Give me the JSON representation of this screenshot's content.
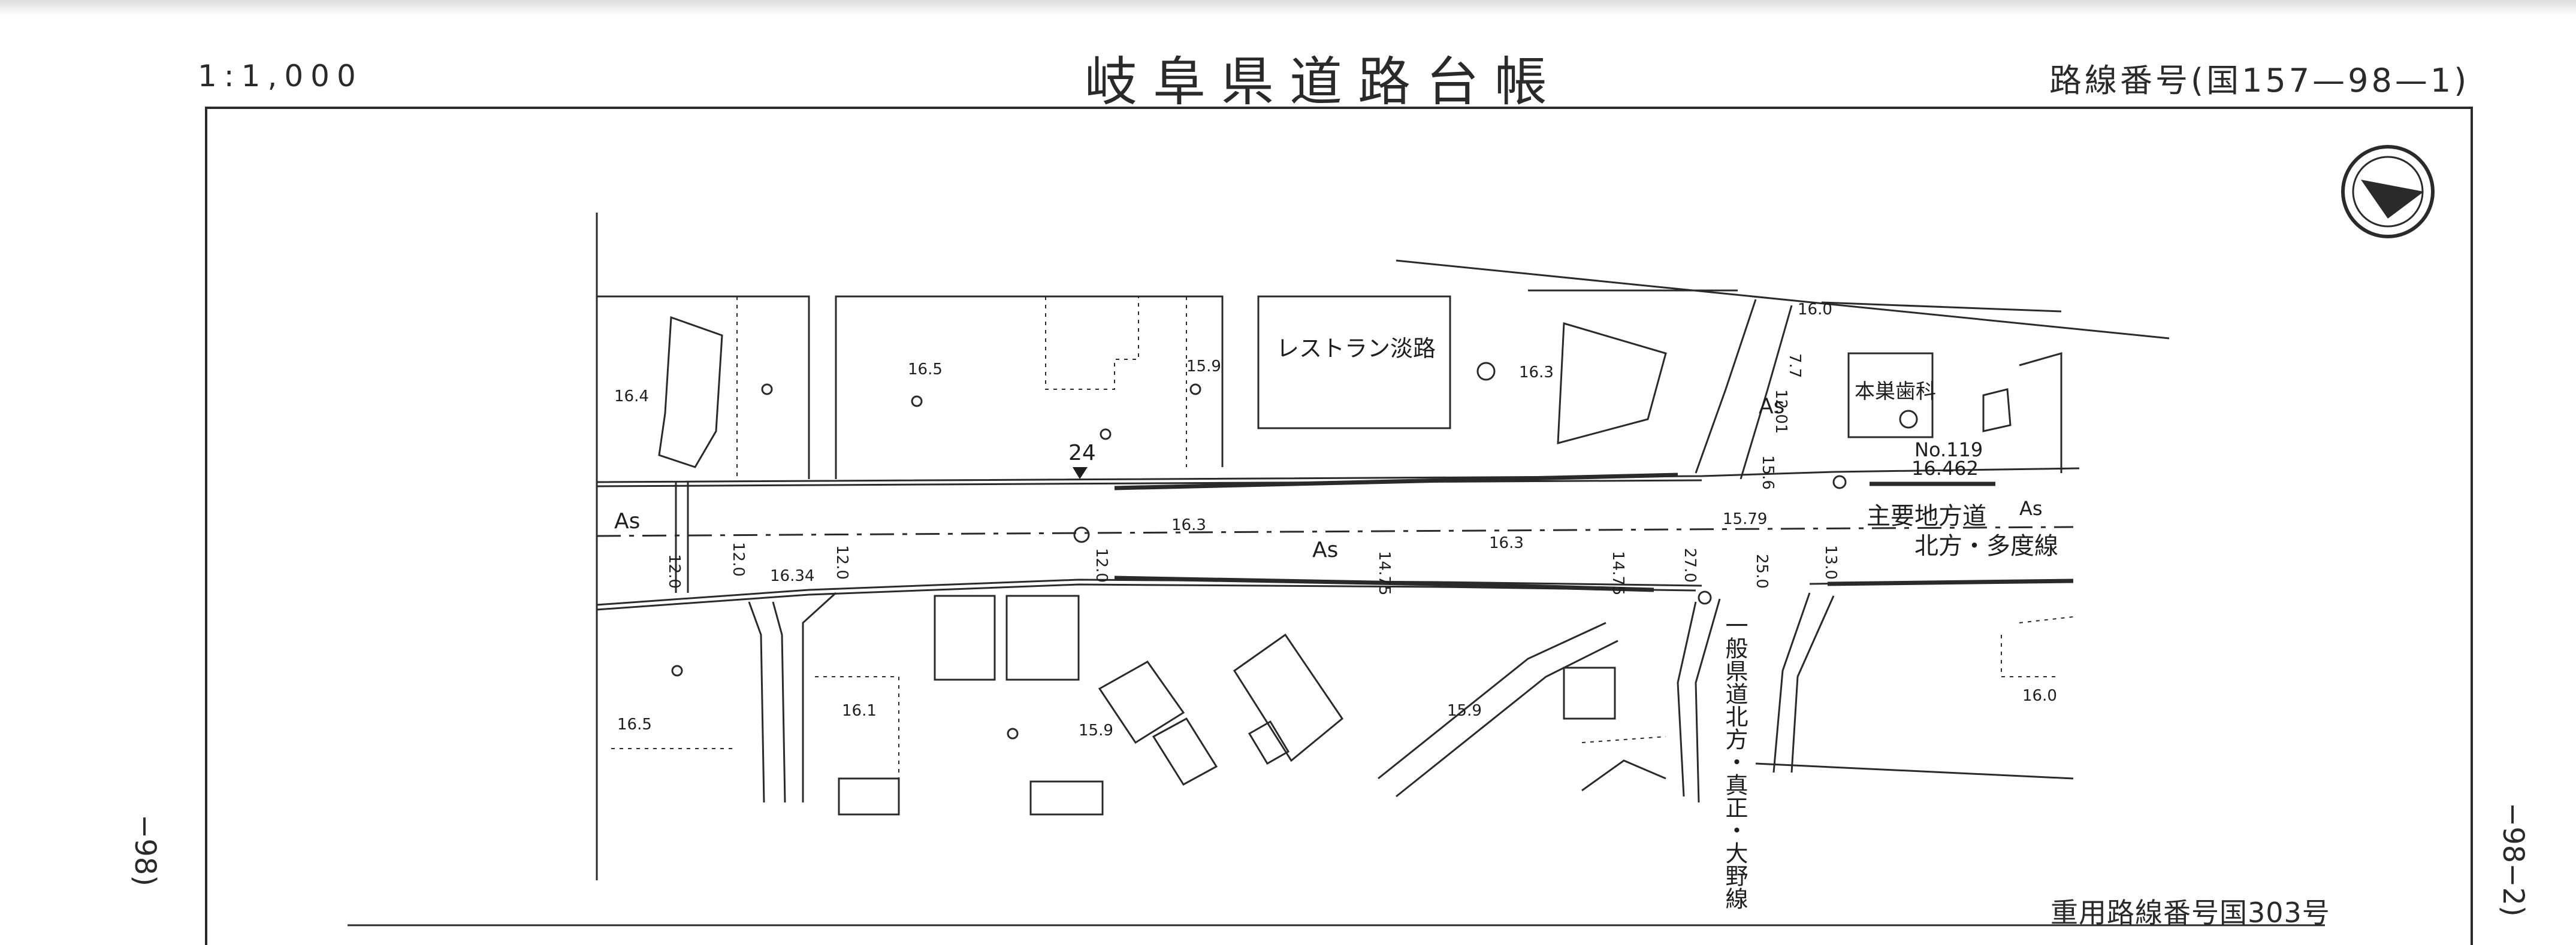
{
  "header": {
    "scale": "1:1,000",
    "title": "岐阜県道路台帳",
    "route_number": "路線番号(国157—98—1)"
  },
  "footer": {
    "duplicate_route": "重用路線番号国303号"
  },
  "side_margin": {
    "left": "−98)",
    "right": "−98−2)"
  },
  "map": {
    "buildings": {
      "restaurant": "レストラン淡路",
      "dentist": "本巣歯科"
    },
    "roads": {
      "main_road_type": "主要地方道",
      "main_road_name": "北方・多度線",
      "prefectural_road": "一般県道北方・真正・大野線"
    },
    "benchmark": {
      "id": "No.119",
      "elevation": "16.462"
    },
    "station": "24",
    "surface_labels": [
      "As",
      "As",
      "As",
      "As"
    ],
    "elevations": [
      "16.4",
      "16.5",
      "15.9",
      "16.3",
      "16.3",
      "16.3",
      "15.79",
      "16.34",
      "16.5",
      "16.1",
      "15.9",
      "15.9",
      "16.0"
    ],
    "widths": [
      "12.0",
      "12.0",
      "12.0",
      "12.0",
      "14.75",
      "14.75",
      "27.0",
      "25.0",
      "13.0",
      "12.01",
      "15.6",
      "16.0",
      "7.7"
    ],
    "compass": "north-arrow"
  }
}
